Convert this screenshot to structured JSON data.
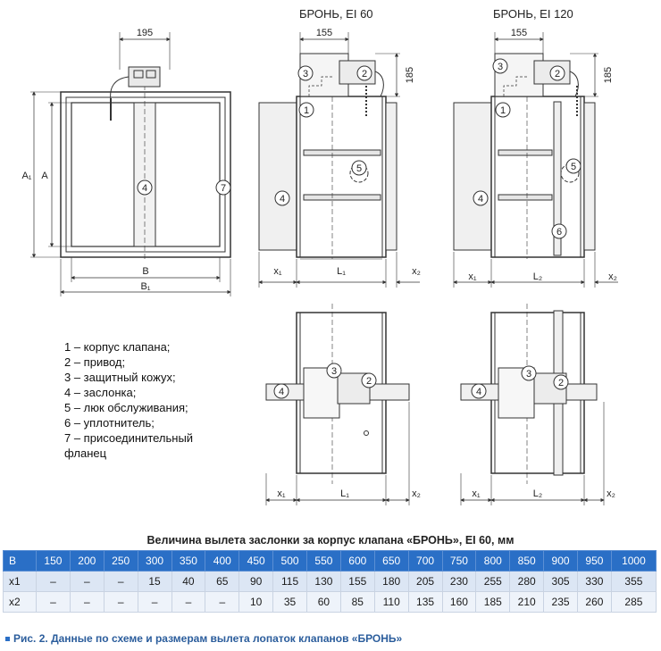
{
  "views": {
    "ei60_title": "БРОНЬ, EI 60",
    "ei120_title": "БРОНЬ, EI 120"
  },
  "dimensions": {
    "d195": "195",
    "d155a": "155",
    "d155b": "155",
    "d185a": "185",
    "d185b": "185",
    "A1": "A₁",
    "A": "A",
    "B": "B",
    "B1": "B₁",
    "x1": "x₁",
    "x2": "x₂",
    "L1": "L₁",
    "L2": "L₂"
  },
  "callouts": {
    "n1": "1",
    "n2": "2",
    "n3": "3",
    "n4": "4",
    "n5": "5",
    "n6": "6",
    "n7": "7"
  },
  "legend": [
    "1 – корпус клапана;",
    "2 – привод;",
    "3 – защитный кожух;",
    "4 – заслонка;",
    "5 – люк обслуживания;",
    "6 – уплотнитель;",
    "7 – присоединительный",
    "фланец"
  ],
  "table": {
    "caption": "Величина вылета заслонки за корпус клапана «БРОНЬ», EI 60, мм",
    "header": [
      "B",
      "150",
      "200",
      "250",
      "300",
      "350",
      "400",
      "450",
      "500",
      "550",
      "600",
      "650",
      "700",
      "750",
      "800",
      "850",
      "900",
      "950",
      "1000"
    ],
    "rows": [
      [
        "x1",
        "–",
        "–",
        "–",
        "15",
        "40",
        "65",
        "90",
        "115",
        "130",
        "155",
        "180",
        "205",
        "230",
        "255",
        "280",
        "305",
        "330",
        "355"
      ],
      [
        "x2",
        "–",
        "–",
        "–",
        "–",
        "–",
        "–",
        "10",
        "35",
        "60",
        "85",
        "110",
        "135",
        "160",
        "185",
        "210",
        "235",
        "260",
        "285"
      ]
    ]
  },
  "figure_caption": "Рис. 2. Данные по схеме и размерам вылета лопаток клапанов «БРОНЬ»"
}
